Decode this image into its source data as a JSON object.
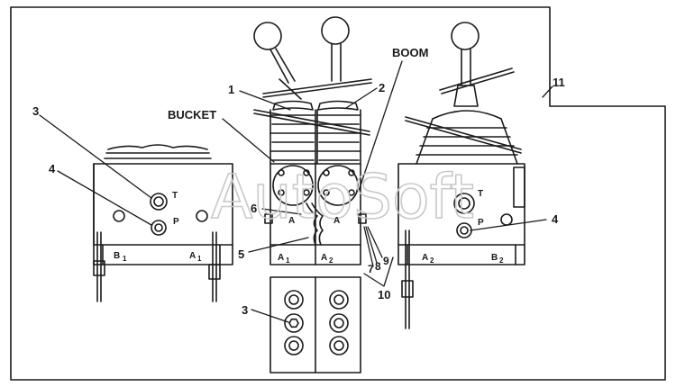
{
  "watermark": "AutoSoft",
  "callouts": {
    "n1": "1",
    "n2": "2",
    "n3_left": "3",
    "n3_bottom": "3",
    "n4_left": "4",
    "n4_right": "4",
    "n5": "5",
    "n6": "6",
    "n7": "7",
    "n8": "8",
    "n9": "9",
    "n10": "10",
    "n11": "11",
    "boom": "BOOM",
    "bucket": "BUCKET"
  },
  "port_labels": {
    "left_t": "T",
    "left_p": "P",
    "left_b1": "B",
    "left_b1_sub": "1",
    "left_a1": "A",
    "left_a1_sub": "1",
    "center_a_left": "A",
    "center_a_right": "A",
    "center_a1": "A",
    "center_a1_sub": "1",
    "center_a2": "A",
    "center_a2_sub": "2",
    "right_t": "T",
    "right_p": "P",
    "right_a2": "A",
    "right_a2_sub": "2",
    "right_b2": "B",
    "right_b2_sub": "2"
  }
}
